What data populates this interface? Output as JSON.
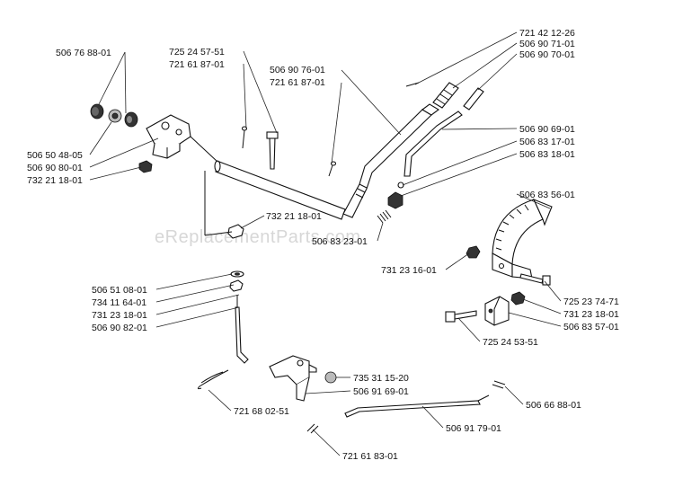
{
  "watermark": "eReplacementParts.com",
  "callouts": [
    {
      "id": "c1",
      "text": "506 76 88-01"
    },
    {
      "id": "c2",
      "text": "506 50 48-05"
    },
    {
      "id": "c3",
      "text": "506 90 80-01"
    },
    {
      "id": "c4",
      "text": "732 21 18-01"
    },
    {
      "id": "c5",
      "text": "725 24 57-51"
    },
    {
      "id": "c6",
      "text": "721 61 87-01"
    },
    {
      "id": "c7",
      "text": "506 90 76-01"
    },
    {
      "id": "c8",
      "text": "721 61 87-01"
    },
    {
      "id": "c9",
      "text": "721 42 12-26"
    },
    {
      "id": "c10",
      "text": "506 90 71-01"
    },
    {
      "id": "c11",
      "text": "506 90 70-01"
    },
    {
      "id": "c12",
      "text": "506 90 69-01"
    },
    {
      "id": "c13",
      "text": "506 83 17-01"
    },
    {
      "id": "c14",
      "text": "506 83 18-01"
    },
    {
      "id": "c15",
      "text": "506 83 56-01"
    },
    {
      "id": "c16",
      "text": "732 21 18-01"
    },
    {
      "id": "c17",
      "text": "506 83 23-01"
    },
    {
      "id": "c18",
      "text": "731 23 16-01"
    },
    {
      "id": "c19",
      "text": "506 51 08-01"
    },
    {
      "id": "c20",
      "text": "734 11 64-01"
    },
    {
      "id": "c21",
      "text": "731 23 18-01"
    },
    {
      "id": "c22",
      "text": "506 90 82-01"
    },
    {
      "id": "c23",
      "text": "725 23 74-71"
    },
    {
      "id": "c24",
      "text": "731 23 18-01"
    },
    {
      "id": "c25",
      "text": "506 83 57-01"
    },
    {
      "id": "c26",
      "text": "725 24 53-51"
    },
    {
      "id": "c27",
      "text": "735 31 15-20"
    },
    {
      "id": "c28",
      "text": "506 91 69-01"
    },
    {
      "id": "c29",
      "text": "721 68 02-51"
    },
    {
      "id": "c30",
      "text": "506 66 88-01"
    },
    {
      "id": "c31",
      "text": "506 91 79-01"
    },
    {
      "id": "c32",
      "text": "721 61 83-01"
    }
  ]
}
